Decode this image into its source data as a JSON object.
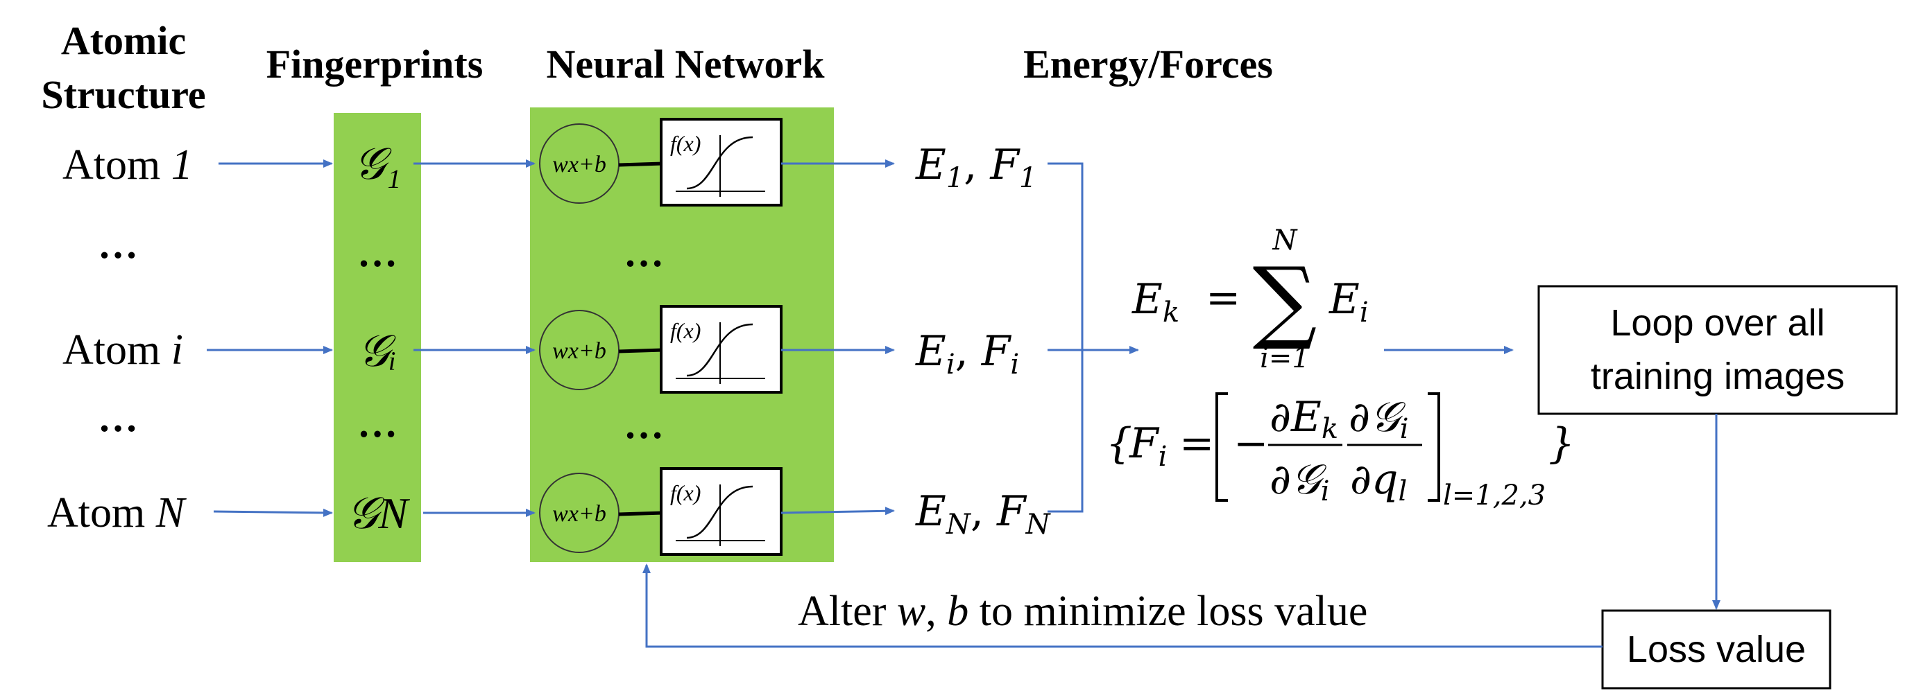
{
  "headers": {
    "atomic_structure_line1": "Atomic",
    "atomic_structure_line2": "Structure",
    "fingerprints": "Fingerprints",
    "neural_network": "Neural Network",
    "energy_forces": "Energy/Forces"
  },
  "atoms": [
    {
      "prefix": "Atom ",
      "index": "1",
      "fingerprint": "𝒢₁",
      "neuron": "wx+b",
      "activation": "f(x)",
      "output_E": "E",
      "output_F": "F",
      "sub": "1"
    },
    {
      "prefix": "Atom ",
      "index": "i",
      "fingerprint": "𝒢ᵢ",
      "neuron": "wx+b",
      "activation": "f(x)",
      "output_E": "E",
      "output_F": "F",
      "sub": "i"
    },
    {
      "prefix": "Atom ",
      "index": "N",
      "fingerprint": "𝒢N",
      "neuron": "wx+b",
      "activation": "f(x)",
      "output_E": "E",
      "output_F": "F",
      "sub": "N"
    }
  ],
  "ellipsis": "…",
  "energy_equation": {
    "lhs": "E",
    "lhs_sub": "k",
    "equals": "=",
    "sum_symbol": "∑",
    "sum_upper": "N",
    "sum_lower": "i=1",
    "term": "E",
    "term_sub": "i"
  },
  "force_equation": {
    "open_brace": "{",
    "F": "F",
    "F_sub": "i",
    "equals": "=",
    "minus": "−",
    "num1": "∂E",
    "num1_sub": "k",
    "den1": "∂𝒢",
    "den1_sub": "i",
    "num2": "∂𝒢",
    "num2_sub": "i",
    "den2": "∂q",
    "den2_sub": "l",
    "bracket_sub": "l=1,2,3",
    "close_brace": "}"
  },
  "loop_box": {
    "line1": "Loop over all",
    "line2": "training images"
  },
  "loss_box": {
    "label": "Loss value"
  },
  "feedback": {
    "prefix": "Alter ",
    "w": "w",
    "sep": ", ",
    "b": "b",
    "suffix": " to minimize loss value"
  },
  "colors": {
    "green": "#92d050",
    "arrow": "#4472c4",
    "text": "#000000"
  }
}
